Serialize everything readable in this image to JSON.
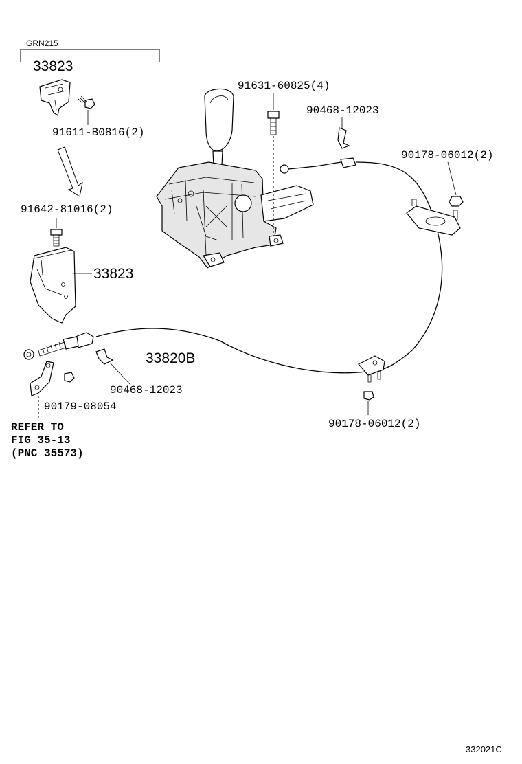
{
  "diagram": {
    "variant_label": "GRN215",
    "callouts": {
      "bracket_upper": "33823",
      "bolt_upper": "91611-B0816(2)",
      "bolt_mid": "91642-81016(2)",
      "bracket_lower": "33823",
      "shifter_bolt": "91631-60825(4)",
      "clip_upper": "90468-12023",
      "nut_upper": "90178-06012(2)",
      "cable": "33820B",
      "clip_lower": "90468-12023",
      "nut_small": "90179-08054",
      "nut_lower": "90178-06012(2)"
    },
    "reference_note": {
      "line1": "REFER TO",
      "line2": "FIG 35-13",
      "line3": "(PNC 35573)"
    },
    "figure_code": "332021C"
  }
}
